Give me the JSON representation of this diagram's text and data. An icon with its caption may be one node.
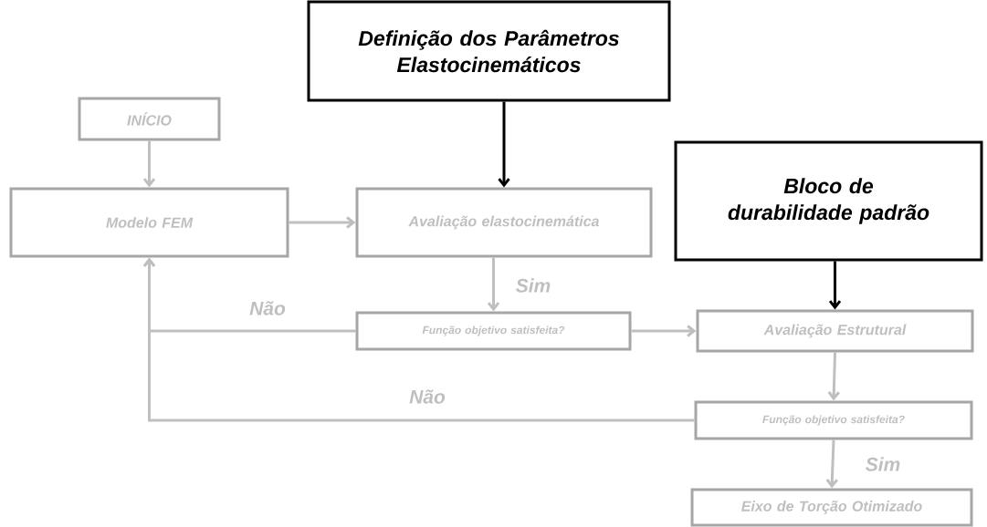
{
  "diagram": {
    "nodes": [
      {
        "text": [
          "Definição dos Parâmetros Elastocinemáticos"
        ]
      },
      {
        "text": [
          "Bloco de durabilidade padrão"
        ]
      },
      {
        "text": [
          "INÍCIO"
        ]
      },
      {
        "text": [
          "Modelo FEM"
        ]
      },
      {
        "text": [
          "Avaliação elastocinemática"
        ]
      },
      {
        "text": [
          "Função objetivo satisfeita?"
        ]
      },
      {
        "text": [
          "Avaliação Estrutural"
        ]
      },
      {
        "text": [
          "Função objetivo satisfeita?"
        ]
      },
      {
        "text": [
          "Eixo de Torção Otimizado"
        ]
      }
    ],
    "edges": [
      {
        "from": 0,
        "to": 4,
        "arrow": "to",
        "color": "#000000"
      },
      {
        "from": 1,
        "to": 6,
        "arrow": "to",
        "color": "#000000"
      },
      {
        "from": 2,
        "to": 3,
        "arrow": "to"
      },
      {
        "from": 3,
        "to": 4,
        "arrow": "to"
      },
      {
        "from": 4,
        "to": 5,
        "arrow": "to",
        "label": "Sim"
      },
      {
        "from": 5,
        "to": 6,
        "arrow": "to"
      },
      {
        "from": 6,
        "to": 7,
        "arrow": "to"
      },
      {
        "from": 7,
        "to": 8,
        "arrow": "to",
        "label": "Sim"
      },
      {
        "from": 5,
        "to": 3,
        "arrow": "to",
        "label": "Não"
      },
      {
        "from": 7,
        "to": 3,
        "arrow": "to",
        "label": "Não"
      }
    ]
  }
}
